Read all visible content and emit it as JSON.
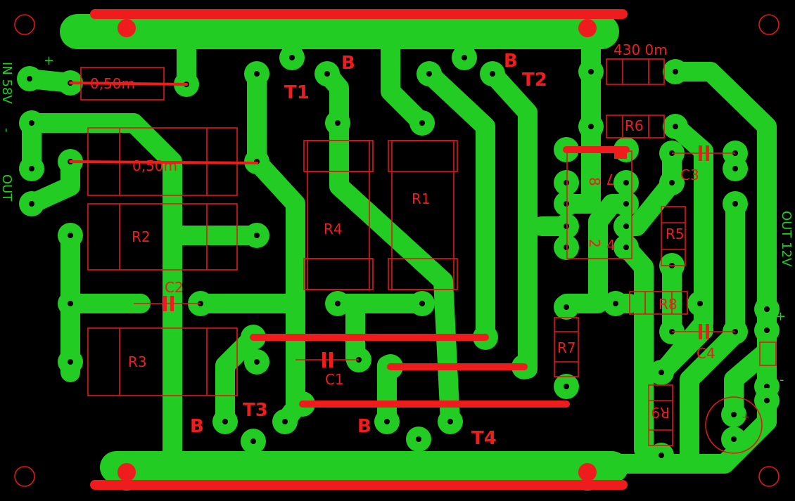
{
  "board": {
    "colors": {
      "copper": "#22cc22",
      "silk": "#ee1c1c",
      "background": "#000000"
    },
    "resistor_labels": {
      "r_shunt_top": "0,50m",
      "r_shunt_mid": "0,50m",
      "r_430": "430 0m",
      "R1": "R1",
      "R2": "R2",
      "R3": "R3",
      "R4": "R4",
      "R5": "R5",
      "R6": "R6",
      "R7": "R7",
      "R8": "R8",
      "R9": "R9"
    },
    "capacitor_labels": {
      "C1": "C1",
      "C2": "C2",
      "C3": "C3",
      "C4": "C4"
    },
    "transistor_labels": {
      "T1": "T1",
      "T2": "T2",
      "T3": "T3",
      "T4": "T4",
      "base": "B"
    },
    "ic_pins": {
      "p8": "8",
      "p7": "7",
      "p2": "2",
      "p4": "4"
    },
    "connectors": {
      "input": "IN 58V",
      "input_plus": "+",
      "input_minus": "-",
      "output_left": "OUT",
      "output_right": "OUT 12V",
      "out_plus": "+",
      "out_minus": "-",
      "cap_plus": "+"
    }
  }
}
